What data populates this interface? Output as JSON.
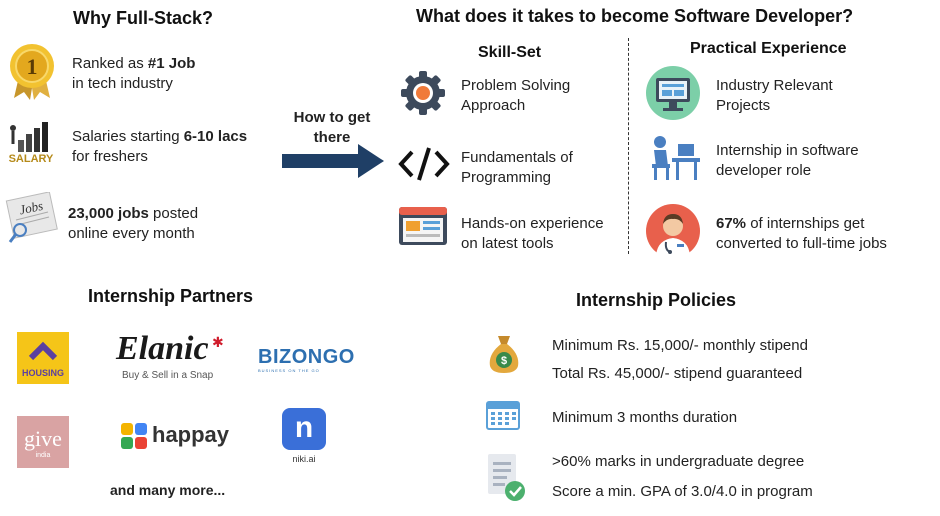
{
  "left": {
    "title": "Why Full-Stack?",
    "items": [
      {
        "pre": "Ranked as ",
        "bold": "#1 Job",
        "post": "",
        "line2": "in tech industry"
      },
      {
        "pre": "Salaries starting ",
        "bold": "6-10 lacs",
        "post": "",
        "line2": "for freshers"
      },
      {
        "pre": "",
        "bold": "23,000 jobs",
        "post": " posted",
        "line2": "online every month"
      }
    ],
    "icons": [
      "medal-icon",
      "salary-chart-icon",
      "jobs-newspaper-icon"
    ],
    "salary_icon_text": "SALARY",
    "jobs_icon_text": "Jobs"
  },
  "arrow": {
    "line1": "How to get",
    "line2": "there"
  },
  "right": {
    "title": "What does it takes to become Software Developer?",
    "skillset_title": "Skill-Set",
    "practical_title": "Practical Experience",
    "skills": [
      {
        "line1": "Problem Solving",
        "line2": "Approach"
      },
      {
        "line1": "Fundamentals of",
        "line2": "Programming"
      },
      {
        "line1": "Hands-on experience",
        "line2": "on latest tools"
      }
    ],
    "practical": [
      {
        "bold": "",
        "line1": "Industry Relevant",
        "line2": "Projects"
      },
      {
        "bold": "",
        "line1": "Internship in software",
        "line2": "developer role"
      },
      {
        "bold": "67%",
        "line1": " of internships get",
        "line2": "converted to full-time jobs"
      }
    ]
  },
  "partners": {
    "title": "Internship Partners",
    "housing": "HOUSING",
    "elanic": "Elanic",
    "elanic_tag": "Buy & Sell in a Snap",
    "bizongo": "BIZONGO",
    "bizongo_tag": "BUSINESS ON THE GO",
    "give": "give",
    "give_tag": "india",
    "happay": "happay",
    "niki": "niki.ai",
    "more": "and many more..."
  },
  "policies": {
    "title": "Internship Policies",
    "items": [
      "Minimum Rs. 15,000/- monthly stipend",
      "Total Rs. 45,000/- stipend guaranteed",
      "Minimum 3 months duration",
      ">60% marks in undergraduate degree",
      "Score a min. GPA of 3.0/4.0 in program"
    ]
  },
  "colors": {
    "arrow": "#1f3f66",
    "housing": "#f5c518",
    "bizongo": "#2d6fb0",
    "niki": "#3a6fd8",
    "give": "#d9a3a3"
  }
}
